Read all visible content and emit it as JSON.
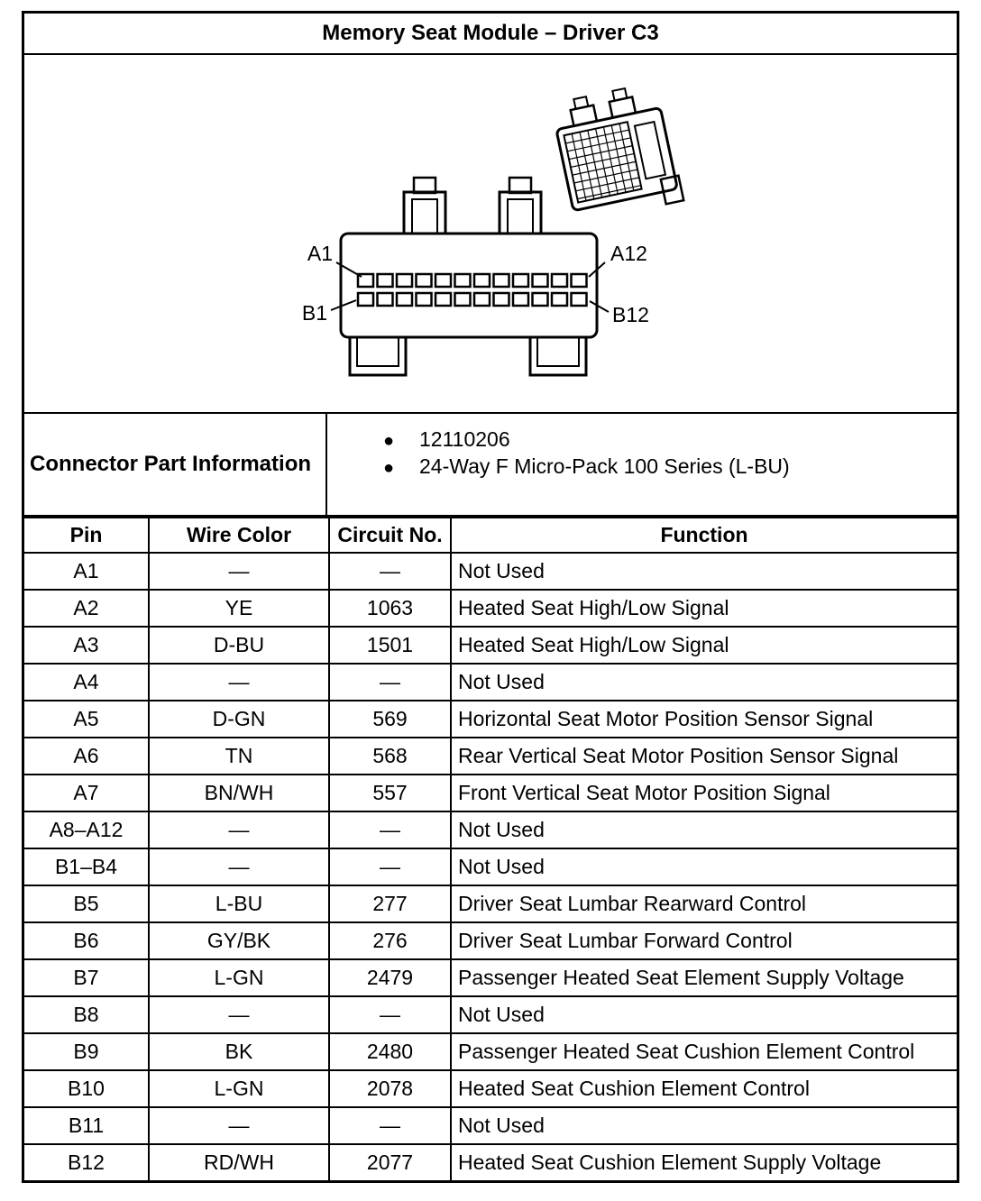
{
  "title": "Memory Seat Module – Driver C3",
  "connector_diagram": {
    "pin_labels": {
      "a1": "A1",
      "a12": "A12",
      "b1": "B1",
      "b12": "B12"
    }
  },
  "part_info": {
    "label": "Connector Part Information",
    "bullets": [
      "12110206",
      "24-Way F Micro-Pack 100 Series (L-BU)"
    ]
  },
  "table": {
    "headers": [
      "Pin",
      "Wire Color",
      "Circuit No.",
      "Function"
    ],
    "rows": [
      {
        "pin": "A1",
        "wire_color": "—",
        "circuit_no": "—",
        "function": "Not Used"
      },
      {
        "pin": "A2",
        "wire_color": "YE",
        "circuit_no": "1063",
        "function": "Heated Seat High/Low Signal"
      },
      {
        "pin": "A3",
        "wire_color": "D-BU",
        "circuit_no": "1501",
        "function": "Heated Seat High/Low Signal"
      },
      {
        "pin": "A4",
        "wire_color": "—",
        "circuit_no": "—",
        "function": "Not Used"
      },
      {
        "pin": "A5",
        "wire_color": "D-GN",
        "circuit_no": "569",
        "function": "Horizontal Seat Motor Position Sensor Signal"
      },
      {
        "pin": "A6",
        "wire_color": "TN",
        "circuit_no": "568",
        "function": "Rear Vertical Seat Motor Position Sensor Signal"
      },
      {
        "pin": "A7",
        "wire_color": "BN/WH",
        "circuit_no": "557",
        "function": "Front Vertical Seat Motor Position Signal"
      },
      {
        "pin": "A8–A12",
        "wire_color": "—",
        "circuit_no": "—",
        "function": "Not Used"
      },
      {
        "pin": "B1–B4",
        "wire_color": "—",
        "circuit_no": "—",
        "function": "Not Used"
      },
      {
        "pin": "B5",
        "wire_color": "L-BU",
        "circuit_no": "277",
        "function": "Driver Seat Lumbar Rearward Control"
      },
      {
        "pin": "B6",
        "wire_color": "GY/BK",
        "circuit_no": "276",
        "function": "Driver Seat Lumbar Forward Control"
      },
      {
        "pin": "B7",
        "wire_color": "L-GN",
        "circuit_no": "2479",
        "function": "Passenger Heated Seat Element Supply Voltage"
      },
      {
        "pin": "B8",
        "wire_color": "—",
        "circuit_no": "—",
        "function": "Not Used"
      },
      {
        "pin": "B9",
        "wire_color": "BK",
        "circuit_no": "2480",
        "function": "Passenger Heated Seat Cushion Element Control"
      },
      {
        "pin": "B10",
        "wire_color": "L-GN",
        "circuit_no": "2078",
        "function": "Heated Seat Cushion Element Control"
      },
      {
        "pin": "B11",
        "wire_color": "—",
        "circuit_no": "—",
        "function": "Not Used"
      },
      {
        "pin": "B12",
        "wire_color": "RD/WH",
        "circuit_no": "2077",
        "function": "Heated Seat Cushion Element Supply Voltage"
      }
    ]
  }
}
